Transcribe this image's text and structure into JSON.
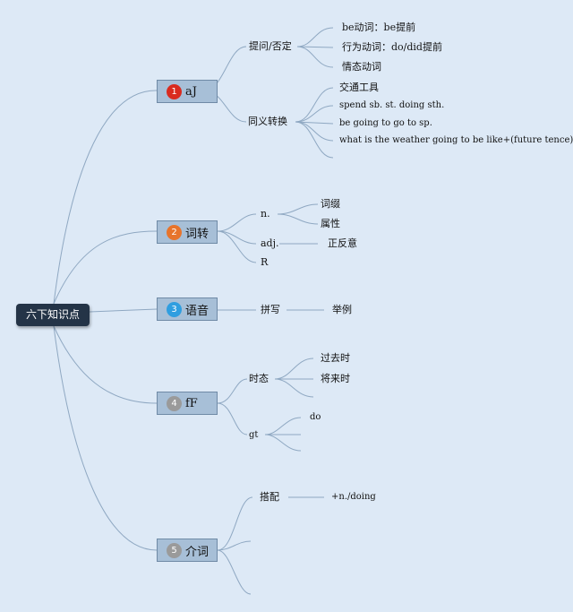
{
  "root": {
    "label": "六下知识点"
  },
  "branches": [
    {
      "label": "aJ",
      "badge": "1",
      "badge_color": "#d92b1f",
      "nodes": [
        {
          "label": "提问/否定",
          "children": [
            "be动词：be提前",
            "行为动词：do/did提前",
            "情态动词"
          ]
        },
        {
          "label": "同义转换",
          "children": [
            "交通工具",
            "spend sb. st. doing sth.",
            "be going to go to sp.",
            "what is the weather going to be like+(future tence)?",
            ""
          ]
        }
      ]
    },
    {
      "label": "词转",
      "badge": "2",
      "badge_color": "#e7742c",
      "nodes": [
        {
          "label": "n.",
          "children": [
            "词缀",
            "属性"
          ]
        },
        {
          "label": "adj.",
          "children": [
            "正反意"
          ]
        },
        {
          "label": "R",
          "children": []
        }
      ]
    },
    {
      "label": "语音",
      "badge": "3",
      "badge_color": "#2f9ee0",
      "nodes": [
        {
          "label": "拼写",
          "children": [
            "举例"
          ]
        }
      ]
    },
    {
      "label": "fF",
      "badge": "4",
      "badge_color": "#9a9a9a",
      "nodes": [
        {
          "label": "时态",
          "children": [
            "过去时",
            "将来时",
            ""
          ]
        },
        {
          "label": "gt",
          "children": [
            "do",
            "",
            ""
          ]
        }
      ]
    },
    {
      "label": "介词",
      "badge": "5",
      "badge_color": "#9a9a9a",
      "nodes": [
        {
          "label": "搭配",
          "children": [
            "+n./doing"
          ]
        },
        {
          "label": "",
          "children": []
        },
        {
          "label": "",
          "children": []
        }
      ]
    }
  ]
}
